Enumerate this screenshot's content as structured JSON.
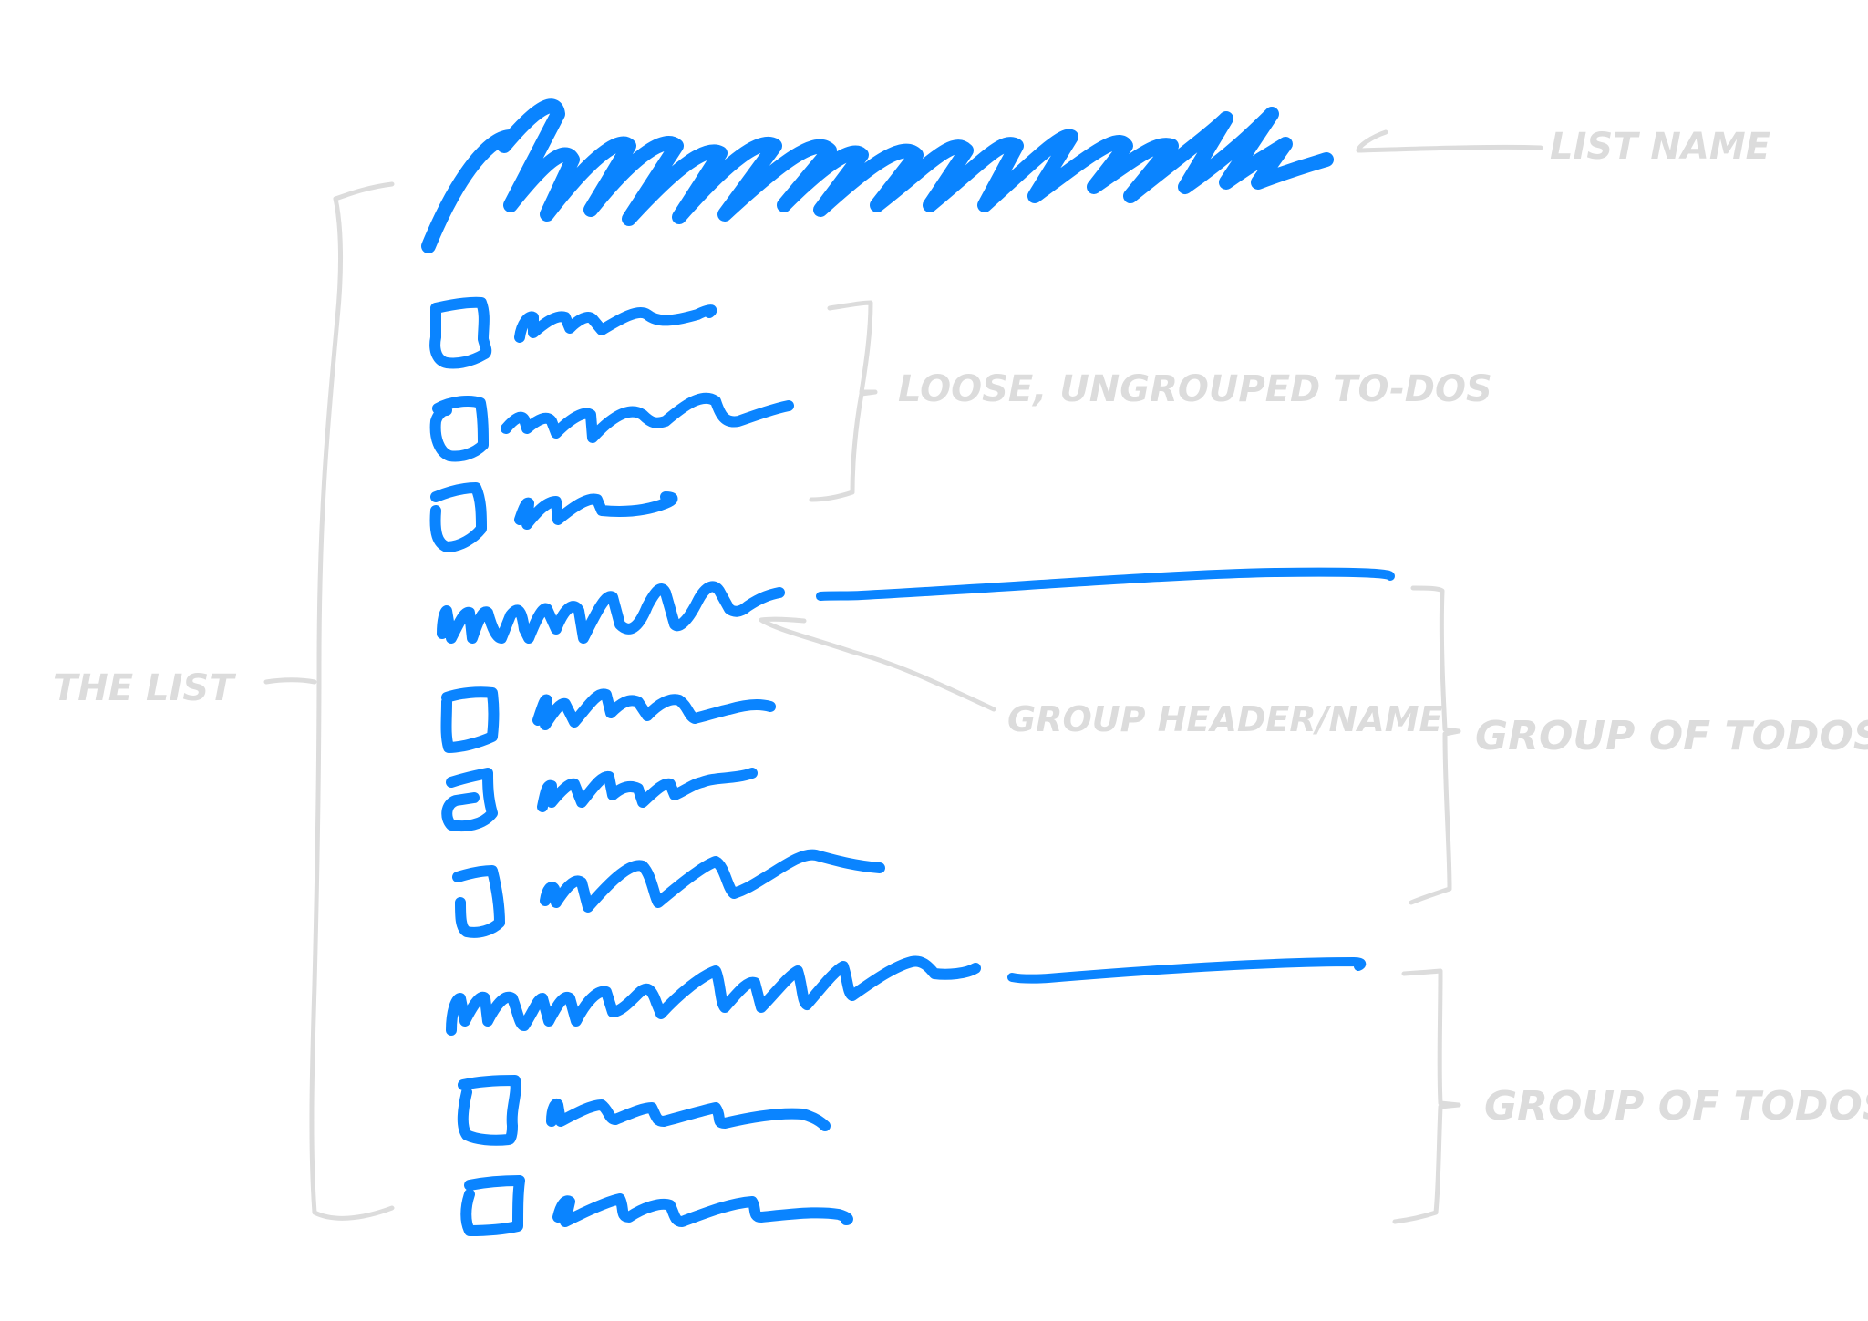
{
  "colors": {
    "ink_blue": "#0a84ff",
    "annotation_gray": "#dcdcdc",
    "background": "#ffffff"
  },
  "annotations": {
    "list_name": "LIST NAME",
    "loose_todos": "LOOSE, UNGROUPED TO-DOS",
    "group_header": "GROUP HEADER/NAME",
    "group_one": "GROUP OF TODOS",
    "group_two": "GROUP OF TODOS",
    "the_list": "THE LIST"
  }
}
